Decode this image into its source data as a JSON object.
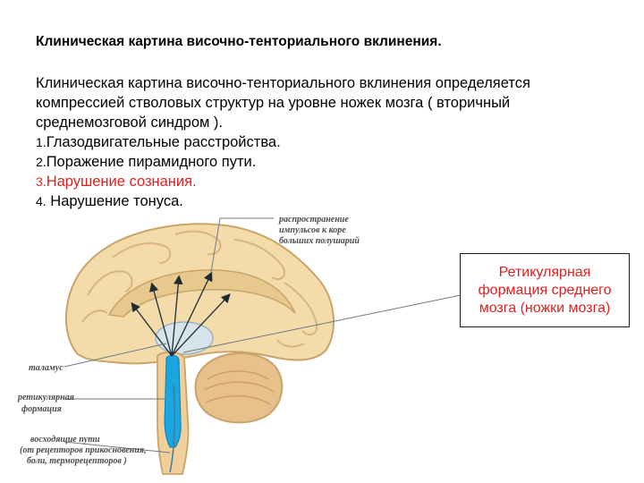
{
  "title": "Клиническая картина височно-тенториального вклинения.",
  "intro": "Клиническая картина височно-тенториального вклинения определяется компрессией стволовых структур на уровне ножек мозга ( вторичный среднемозговой синдром ).",
  "list": [
    {
      "num": "1.",
      "text": "Глазодвигательные  расстройства.",
      "highlight": false
    },
    {
      "num": "2.",
      "text": "Поражение пирамидного пути.",
      "highlight": false
    },
    {
      "num": "3.",
      "text": "Нарушение сознания.",
      "highlight": true
    },
    {
      "num": "4.",
      "text": " Нарушение  тонуса.",
      "highlight": false
    }
  ],
  "figure": {
    "labels": {
      "spread_1": "распространение",
      "spread_2": "импульсов к коре",
      "spread_3": "больших полушарий",
      "thalamus": "таламус",
      "reticular_1": "ретикулярная",
      "reticular_2": "формация",
      "ascending_1": "восходящие пути",
      "ascending_2": "(от рецепторов прикосновения,",
      "ascending_3": "боли, терморецепторов )"
    }
  },
  "callout": "Ретикулярная формация среднего мозга (ножки мозга)",
  "colors": {
    "highlight_text": "#e02020",
    "brain_fill": "#f3dcaa",
    "brain_stroke": "#c9a46a",
    "reticular_blue": "#1aa6e0"
  }
}
